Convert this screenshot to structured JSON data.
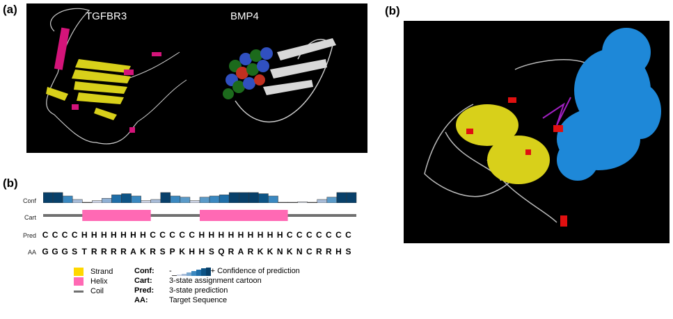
{
  "panel_a": {
    "label": "(a)",
    "structures": [
      {
        "title": "TGFBR3"
      },
      {
        "title": "BMP4"
      }
    ]
  },
  "panel_b_left": {
    "label": "(b)",
    "row_labels": {
      "conf": "Conf",
      "cart": "Cart",
      "pred": "Pred",
      "aa": "AA"
    },
    "confidence": [
      9,
      9,
      6,
      3,
      0,
      2,
      4,
      7,
      8,
      6,
      2,
      3,
      9,
      6,
      5,
      2,
      5,
      6,
      7,
      9,
      9,
      9,
      8,
      6,
      0,
      0,
      1,
      0,
      3,
      5,
      9,
      9
    ],
    "pred": [
      "C",
      "C",
      "C",
      "C",
      "H",
      "H",
      "H",
      "H",
      "H",
      "H",
      "H",
      "C",
      "C",
      "C",
      "C",
      "C",
      "H",
      "H",
      "H",
      "H",
      "H",
      "H",
      "H",
      "H",
      "H",
      "C",
      "C",
      "C",
      "C",
      "C",
      "C",
      "C"
    ],
    "aa": [
      "G",
      "G",
      "G",
      "S",
      "T",
      "R",
      "R",
      "R",
      "R",
      "A",
      "K",
      "R",
      "S",
      "P",
      "K",
      "H",
      "H",
      "S",
      "Q",
      "R",
      "A",
      "R",
      "K",
      "K",
      "N",
      "K",
      "N",
      "C",
      "R",
      "R",
      "H",
      "S"
    ],
    "legend": {
      "strand": "Strand",
      "helix": "Helix",
      "coil": "Coil",
      "keys": [
        {
          "key": "Conf:",
          "minus": "-",
          "plus": "+",
          "desc": "Confidence of prediction"
        },
        {
          "key": "Cart:",
          "desc": "3-state assignment cartoon"
        },
        {
          "key": "Pred:",
          "desc": "3-state prediction"
        },
        {
          "key": "AA:",
          "desc": "Target Sequence"
        }
      ]
    },
    "colors": {
      "strand": "#ffd700",
      "helix": "#ff69b4",
      "coil": "#707070",
      "conf_high": "#08406a"
    }
  },
  "panel_b_right": {
    "label": "(b)"
  }
}
